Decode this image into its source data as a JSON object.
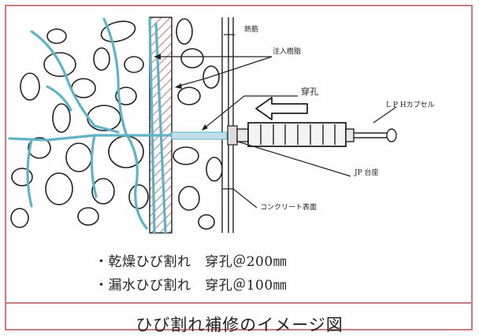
{
  "labels": {
    "finish": "熱筋",
    "resin": "注入樹脂",
    "drill_hole": "穿孔",
    "capsule": "L P Hカプセル",
    "jp_base": "JP 台座",
    "concrete_surface": "コンクリート表面"
  },
  "bullets": [
    {
      "marker": "・",
      "text": "乾燥ひび割れ",
      "interval": "穿孔＠200㎜"
    },
    {
      "marker": "・",
      "text": "漏水ひび割れ",
      "interval": "穿孔＠100㎜"
    }
  ],
  "caption": "ひび割れ補修のイメージ図",
  "colors": {
    "border": "#c97a7e",
    "crack": "#5fb3c6",
    "hatch": "#c9a0a3",
    "line": "#333333"
  }
}
